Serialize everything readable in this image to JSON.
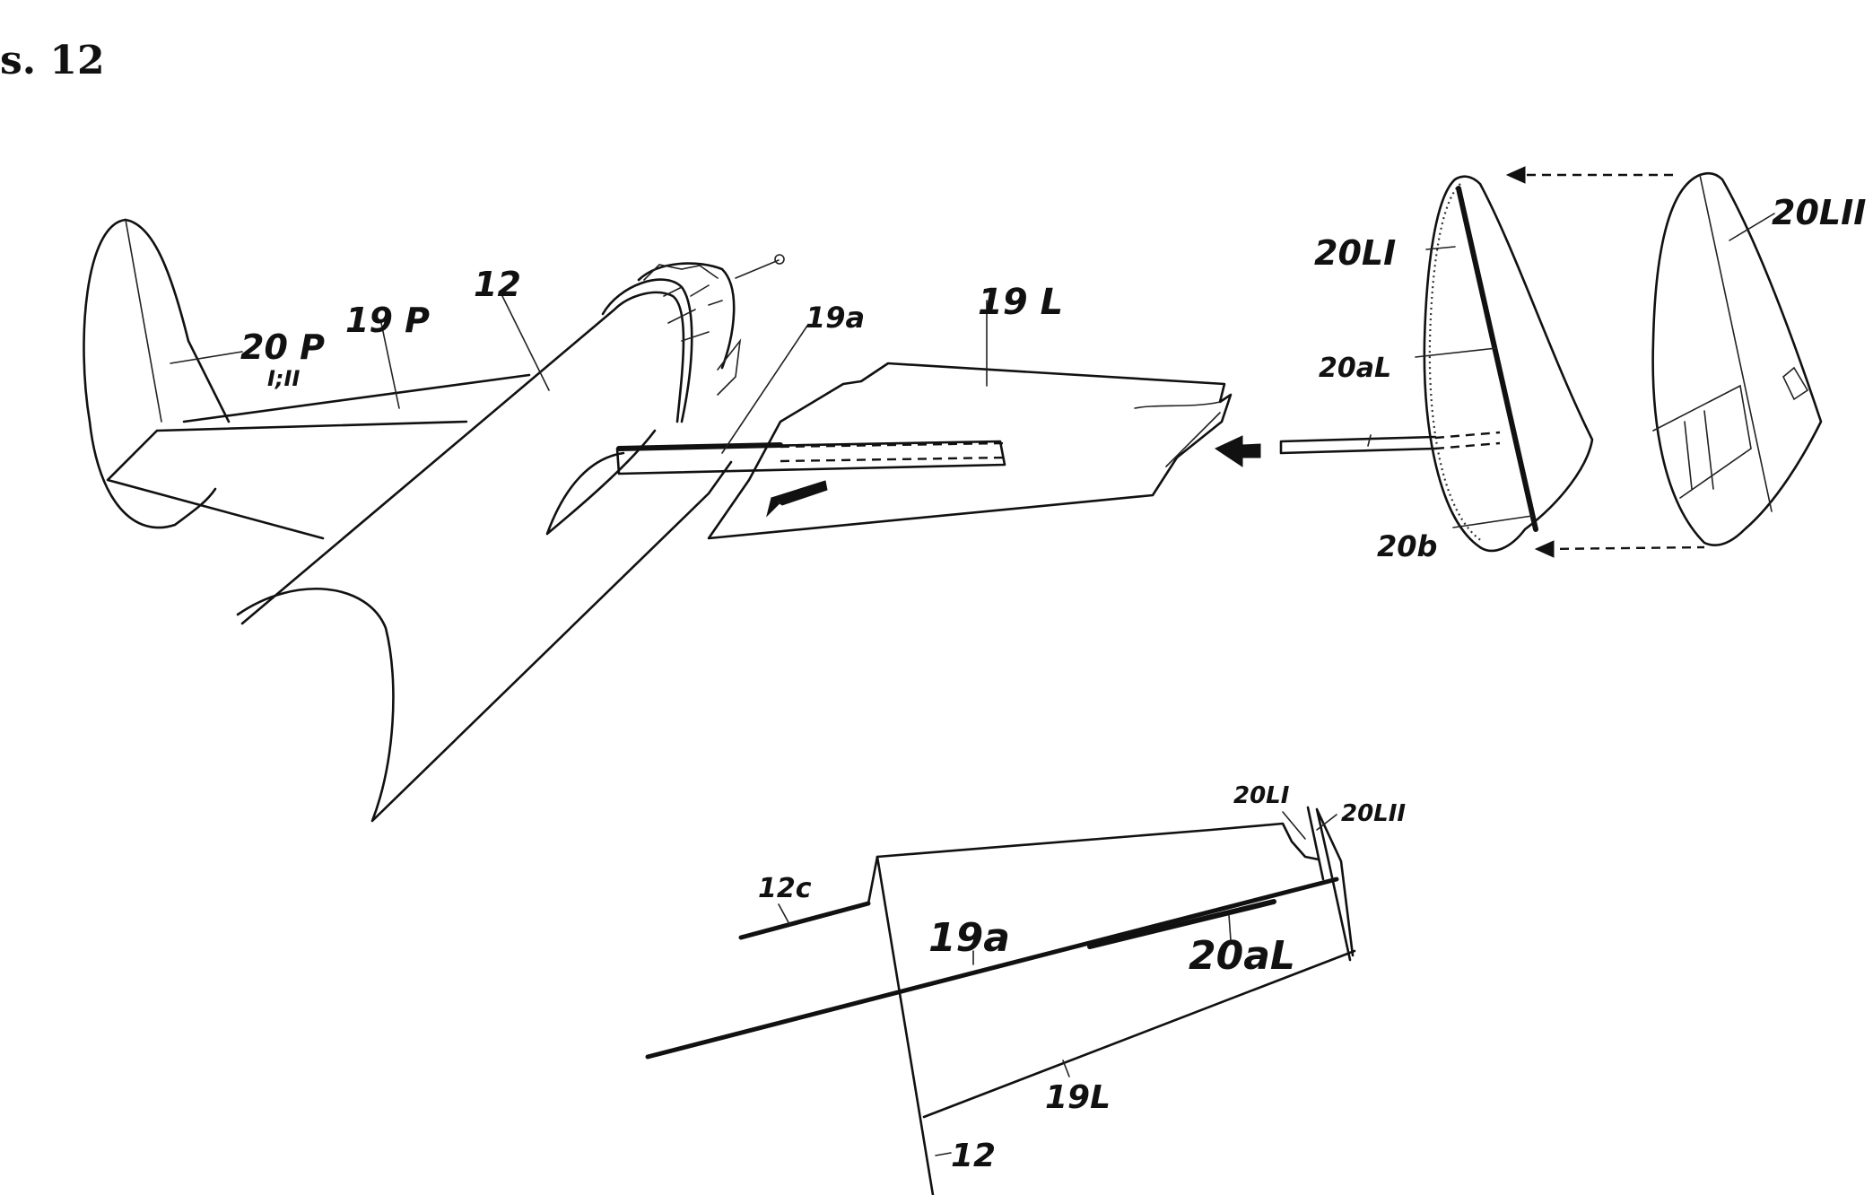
{
  "figure": {
    "caption": "s. 12"
  },
  "labels": {
    "p20p": "20 P",
    "p20p_sub": "I;II",
    "p19p": "19 P",
    "p12_top": "12",
    "p19a_top": "19a",
    "p19l_top": "19 L",
    "p20li_top": "20LI",
    "p20lii_top": "20LII",
    "p20al_top": "20aL",
    "p20b": "20b",
    "p12c": "12c",
    "p19a_bottom": "19a",
    "p20al_bottom": "20aL",
    "p20li_bottom": "20LI",
    "p20lii_bottom": "20LII",
    "p19l_bottom": "19L",
    "p12_bottom": "12"
  }
}
